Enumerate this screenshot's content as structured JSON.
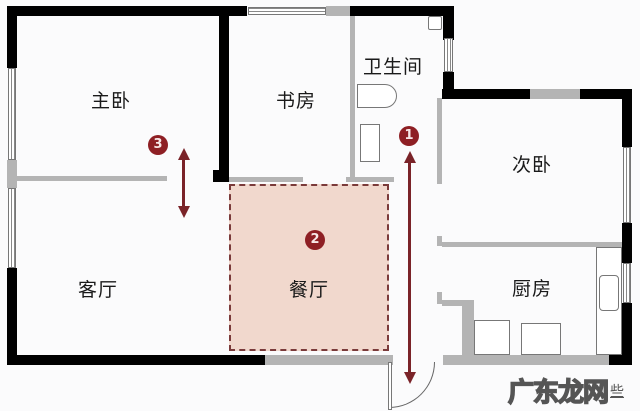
{
  "floorplan": {
    "rooms": [
      {
        "id": "master-bedroom",
        "label": "主卧"
      },
      {
        "id": "study",
        "label": "书房"
      },
      {
        "id": "bathroom",
        "label": "卫生间"
      },
      {
        "id": "second-bedroom",
        "label": "次卧"
      },
      {
        "id": "living-room",
        "label": "客厅"
      },
      {
        "id": "dining-room",
        "label": "餐厅"
      },
      {
        "id": "kitchen",
        "label": "厨房"
      }
    ],
    "markers": [
      {
        "number": "1",
        "description": "entry corridor arrow (vertical, up/down)"
      },
      {
        "number": "2",
        "description": "dining area highlight"
      },
      {
        "number": "3",
        "description": "living-bedroom double arrow"
      }
    ],
    "colors": {
      "wall": "#000000",
      "partition": "#b4b4b4",
      "dining_fill": "#f1d8cd",
      "dining_border": "#7a3a3a",
      "marker": "#8e1f24"
    }
  },
  "watermark": {
    "text": "广东龙网",
    "suffix": "些"
  }
}
